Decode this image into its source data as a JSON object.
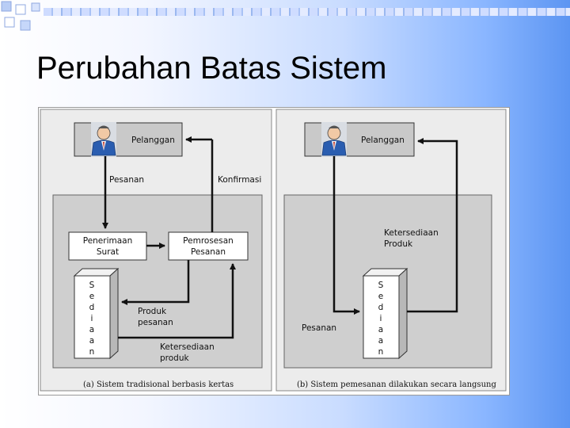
{
  "slide": {
    "title": "Perubahan Batas Sistem"
  },
  "panel_a": {
    "customer": "Pelanggan",
    "order_label": "Pesanan",
    "confirm_label": "Konfirmasi",
    "receive_box": [
      "Penerimaan",
      "Surat"
    ],
    "process_box": [
      "Pemrosesan",
      "Pesanan"
    ],
    "inventory_vertical": [
      "S",
      "e",
      "d",
      "i",
      "a",
      "a",
      "n"
    ],
    "product_order_label": [
      "Produk",
      "pesanan"
    ],
    "availability_label": [
      "Ketersediaan",
      "produk"
    ],
    "caption": "(a) Sistem tradisional berbasis kertas"
  },
  "panel_b": {
    "customer": "Pelanggan",
    "availability_label": [
      "Ketersediaan",
      "Produk"
    ],
    "order_label": "Pesanan",
    "inventory_vertical": [
      "S",
      "e",
      "d",
      "i",
      "a",
      "a",
      "n"
    ],
    "caption": "(b) Sistem pemesanan dilakukan secara langsung"
  }
}
